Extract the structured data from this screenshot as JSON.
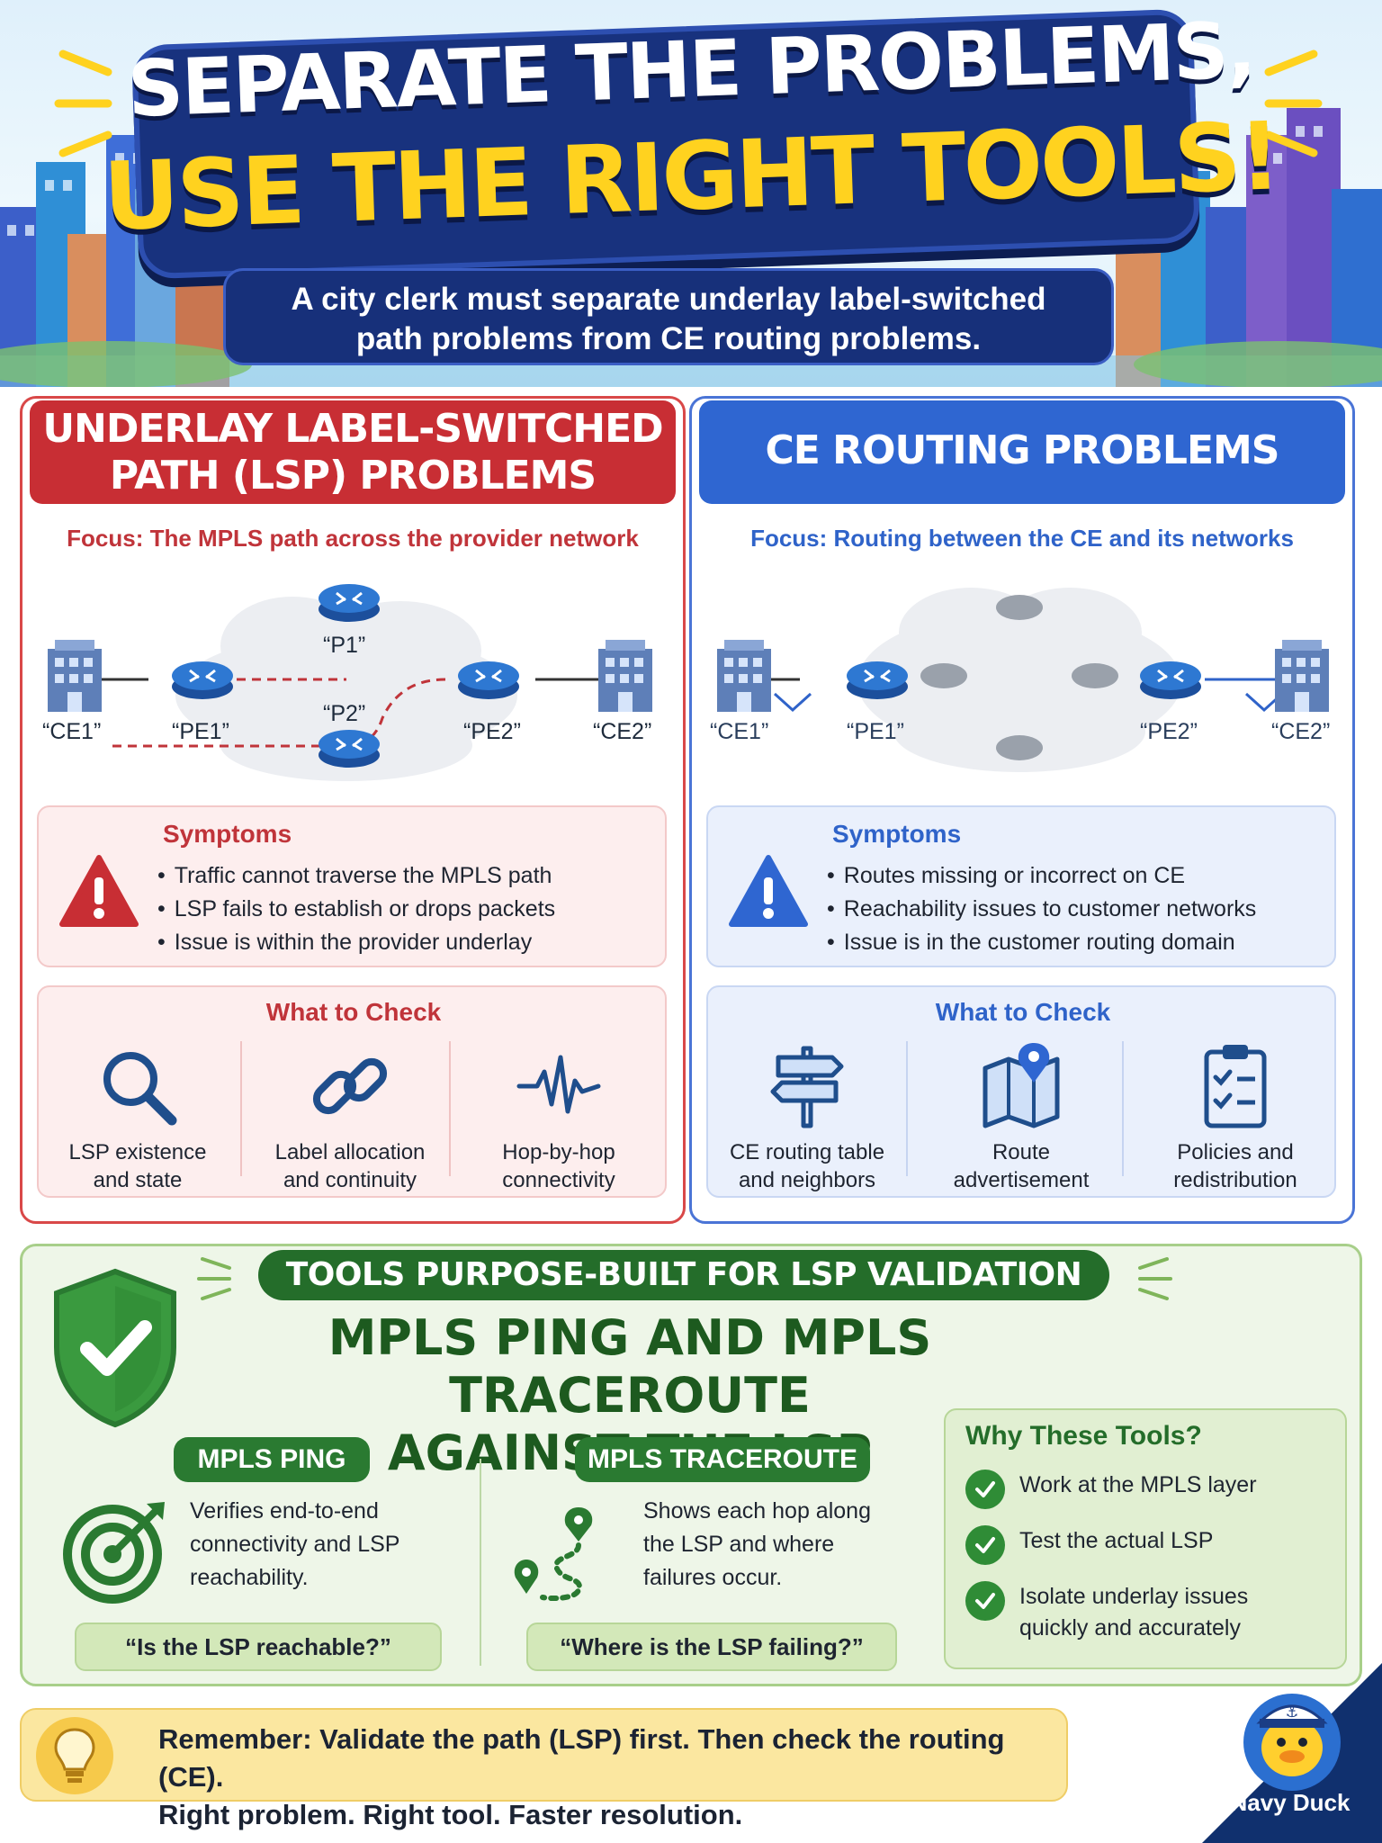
{
  "header": {
    "title_line1": "SEPARATE THE PROBLEMS,",
    "title_line2": "USE THE RIGHT TOOLS!",
    "subtitle_line1": "A city clerk must separate underlay label-switched",
    "subtitle_line2": "path problems from CE routing problems."
  },
  "left_panel": {
    "title_line1": "UNDERLAY LABEL-SWITCHED",
    "title_line2": "PATH (LSP) PROBLEMS",
    "focus": "Focus: The MPLS path across the provider network",
    "nodes": {
      "ce1": "“CE1”",
      "pe1": "“PE1”",
      "p1": "“P1”",
      "p2": "“P2”",
      "pe2": "“PE2”",
      "ce2": "“CE2”"
    },
    "symptoms_title": "Symptoms",
    "symptoms": [
      "Traffic cannot traverse the MPLS path",
      "LSP fails to establish or drops packets",
      "Issue is within the provider underlay"
    ],
    "checks_title": "What to Check",
    "checks": [
      {
        "line1": "LSP existence",
        "line2": "and state",
        "icon": "magnifier-icon"
      },
      {
        "line1": "Label allocation",
        "line2": "and continuity",
        "icon": "chain-link-icon"
      },
      {
        "line1": "Hop-by-hop",
        "line2": "connectivity",
        "icon": "pulse-wave-icon"
      }
    ],
    "accent": "#c82e34"
  },
  "right_panel": {
    "title": "CE ROUTING PROBLEMS",
    "focus": "Focus: Routing between the CE and its networks",
    "nodes": {
      "ce1": "“CE1”",
      "pe1": "“PE1”",
      "pe2": "“PE2”",
      "ce2": "“CE2”"
    },
    "symptoms_title": "Symptoms",
    "symptoms": [
      "Routes missing or incorrect on CE",
      "Reachability issues to customer networks",
      "Issue is in the customer routing domain"
    ],
    "checks_title": "What to Check",
    "checks": [
      {
        "line1": "CE routing table",
        "line2": "and neighbors",
        "icon": "signpost-icon"
      },
      {
        "line1": "Route",
        "line2": "advertisement",
        "icon": "map-pin-icon"
      },
      {
        "line1": "Policies and",
        "line2": "redistribution",
        "icon": "clipboard-checklist-icon"
      }
    ],
    "accent": "#2f66d1"
  },
  "tools": {
    "badge": "TOOLS PURPOSE-BUILT FOR LSP VALIDATION",
    "title_line1": "MPLS PING AND MPLS TRACEROUTE",
    "title_line2": "AGAINST THE LSP",
    "ping": {
      "label": "MPLS PING",
      "desc": [
        "Verifies end-to-end",
        "connectivity and LSP",
        "reachability."
      ],
      "quote": "“Is the LSP reachable?”"
    },
    "traceroute": {
      "label": "MPLS TRACEROUTE",
      "desc": [
        "Shows each hop along",
        "the LSP and where",
        "failures occur."
      ],
      "quote": "“Where is the LSP failing?”"
    },
    "why_title": "Why These Tools?",
    "why": [
      [
        "Work at the MPLS layer"
      ],
      [
        "Test the actual LSP"
      ],
      [
        "Isolate underlay issues",
        "quickly and accurately"
      ]
    ],
    "accent": "#246d2a"
  },
  "remember": {
    "line1": "Remember: Validate the path (LSP) first. Then check the routing (CE).",
    "line2": "Right problem. Right tool. Faster resolution."
  },
  "brand": {
    "name": "Navy Duck"
  }
}
